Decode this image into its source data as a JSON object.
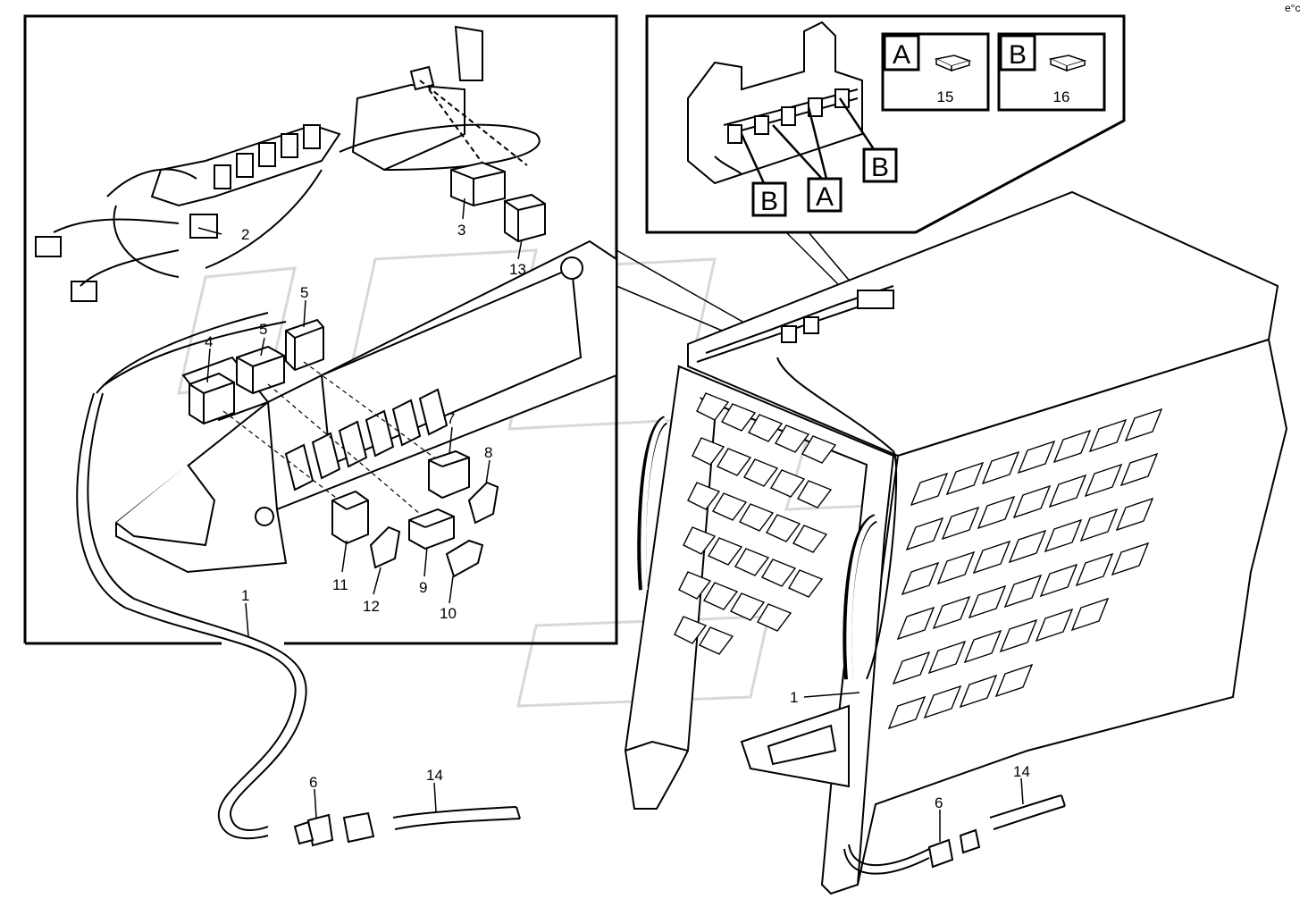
{
  "watermark": "e°c",
  "callouts": {
    "c1": "1",
    "c2": "2",
    "c3": "3",
    "c4": "4",
    "c5a": "5",
    "c5b": "5",
    "c6a": "6",
    "c7": "7",
    "c8": "8",
    "c9": "9",
    "c10": "10",
    "c11": "11",
    "c12": "12",
    "c13": "13",
    "c14a": "14",
    "c1b": "1",
    "c6b": "6",
    "c14b": "14"
  },
  "fuse_legend": [
    {
      "letter": "A",
      "part": "15"
    },
    {
      "letter": "B",
      "part": "16"
    }
  ],
  "fuse_markers": {
    "b_left": "B",
    "a_mid": "A",
    "b_right": "B"
  }
}
